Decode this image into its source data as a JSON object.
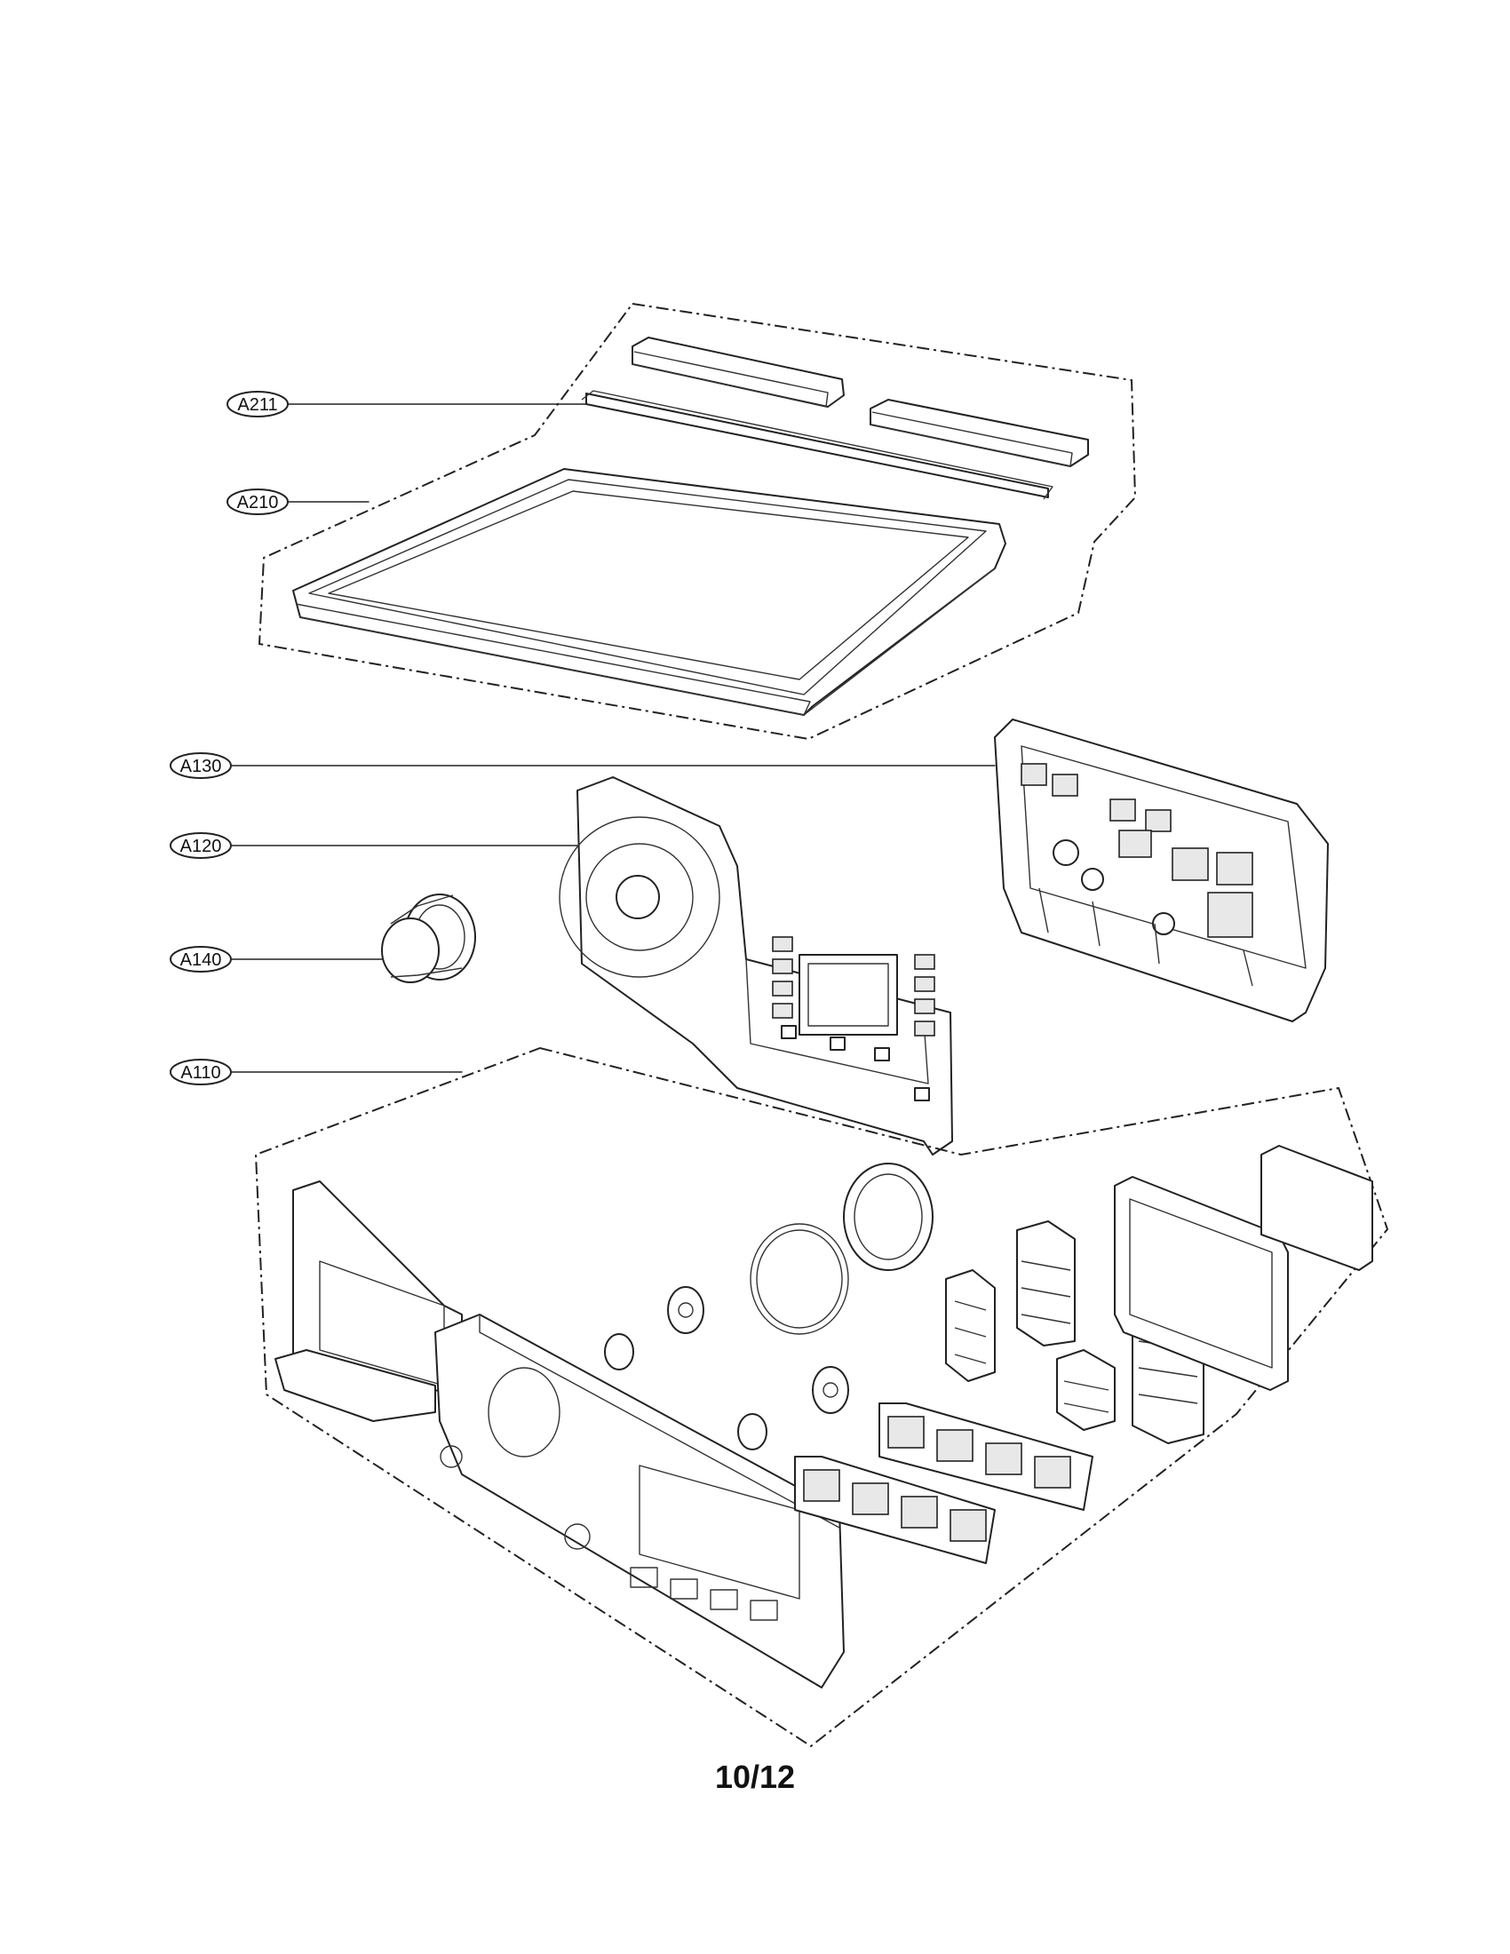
{
  "callouts": [
    {
      "id": "A211",
      "label": "A211"
    },
    {
      "id": "A210",
      "label": "A210"
    },
    {
      "id": "A130",
      "label": "A130"
    },
    {
      "id": "A120",
      "label": "A120"
    },
    {
      "id": "A140",
      "label": "A140"
    },
    {
      "id": "A110",
      "label": "A110"
    }
  ],
  "page_number": "10/12"
}
